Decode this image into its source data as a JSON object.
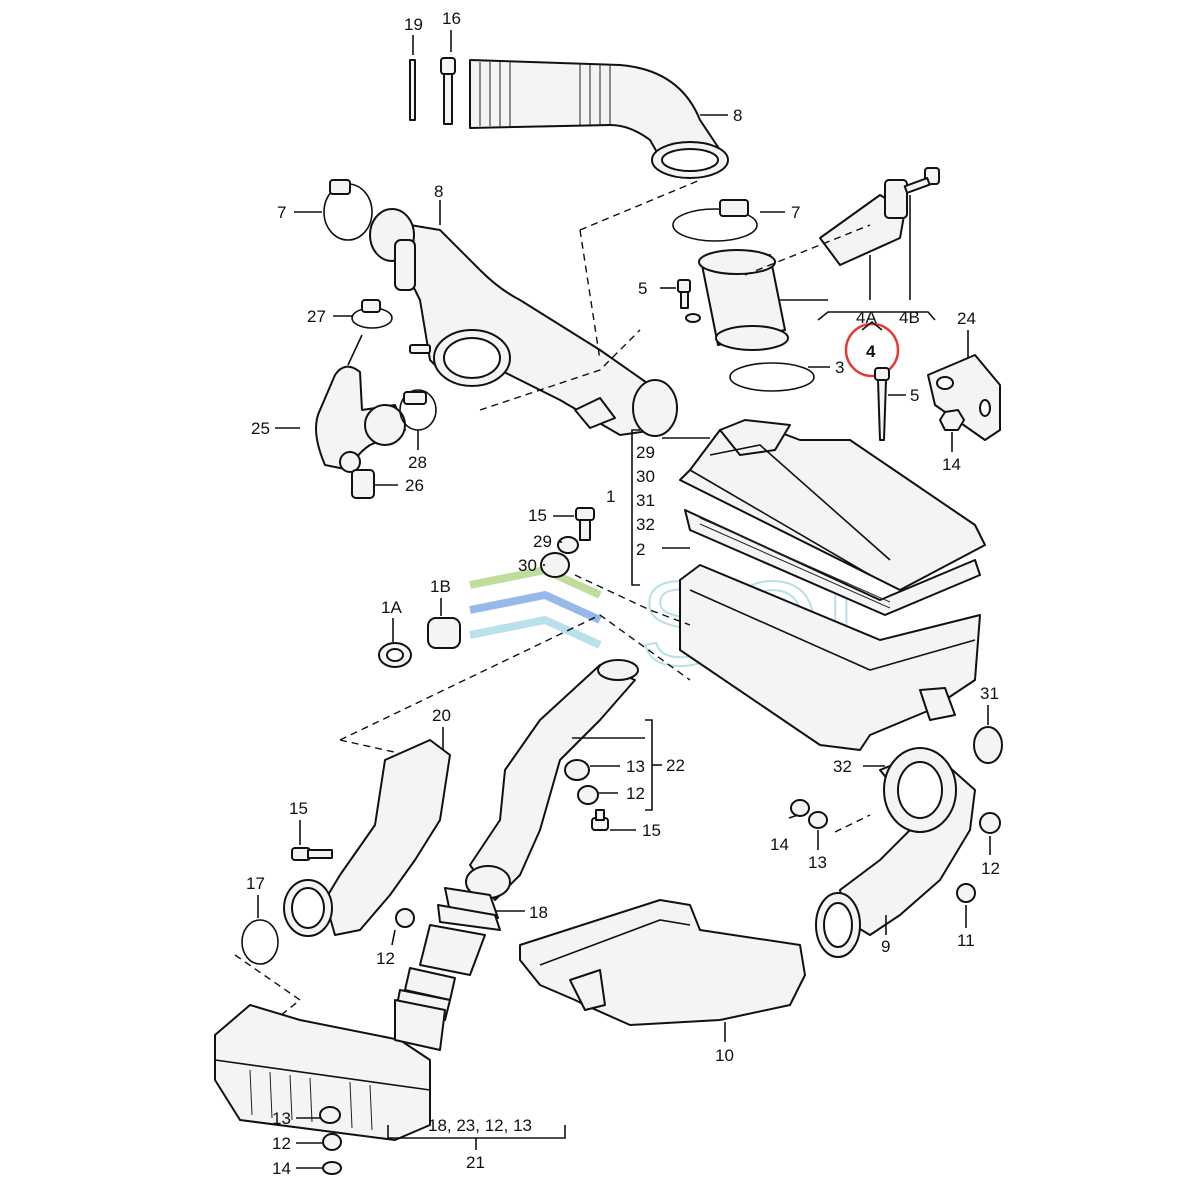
{
  "labels": {
    "l19": "19",
    "l16": "16",
    "l8a": "8",
    "l8b": "8",
    "l7a": "7",
    "l7b": "7",
    "l27": "27",
    "l25": "25",
    "l28": "28",
    "l26": "26",
    "l5a": "5",
    "l5b": "5",
    "l4a": "4A",
    "l4b": "4B",
    "l4": "4",
    "l3": "3",
    "l24": "24",
    "l14a": "14",
    "l29a": "29",
    "l30a": "30",
    "l31a": "31",
    "l32a": "32",
    "l1": "1",
    "l2": "2",
    "l15a": "15",
    "l29b": "29",
    "l30b": "30",
    "l1a": "1A",
    "l1b": "1B",
    "l20": "20",
    "l22": "22",
    "l13a": "13",
    "l12a": "12",
    "l15b": "15",
    "l31b": "31",
    "l32b": "32",
    "l14b": "14",
    "l13b": "13",
    "l12b": "12",
    "l11": "11",
    "l9": "9",
    "l15c": "15",
    "l17": "17",
    "l12c": "12",
    "l18": "18",
    "l10": "10",
    "l13c": "13",
    "l12d": "12",
    "l14c": "14",
    "l18group": "18, 23, 12, 13",
    "l21": "21"
  },
  "watermark": {
    "text": "SQL"
  },
  "highlight": {
    "color": "#e53935",
    "target": "4"
  },
  "colors": {
    "line": "#111111",
    "watermark_teal": "#7ec8d8",
    "watermark_green": "#8bc34a",
    "watermark_blue": "#3f7fd8"
  }
}
